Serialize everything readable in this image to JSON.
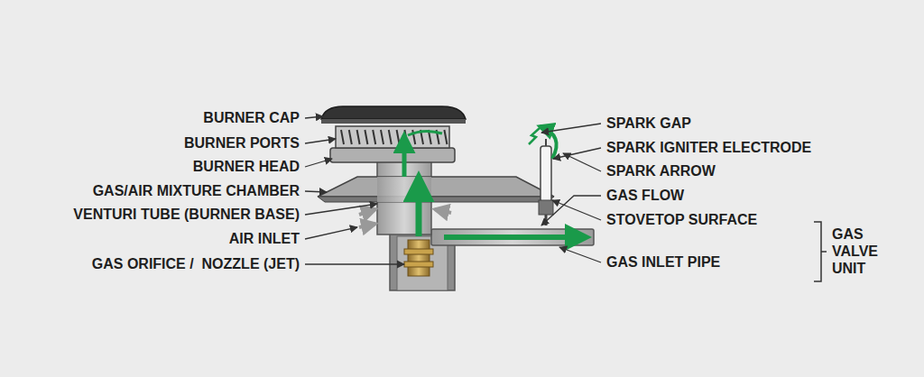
{
  "diagram": {
    "labels": [
      "BURNER CAP",
      "BURNER PORTS",
      "BURNER HEAD",
      "GAS/AIR MIXTURE CHAMBER",
      "VENTURI TUBE (BURNER BASE)",
      "AIR INLET",
      "GAS ORIFICE /  NOZZLE (JET)",
      "SPARK GAP",
      "SPARK IGNITER ELECTRODE",
      "SPARK ARROW",
      "GAS FLOW",
      "STOVETOP SURFACE",
      "GAS INLET PIPE",
      "GAS VALVE UNIT"
    ]
  }
}
